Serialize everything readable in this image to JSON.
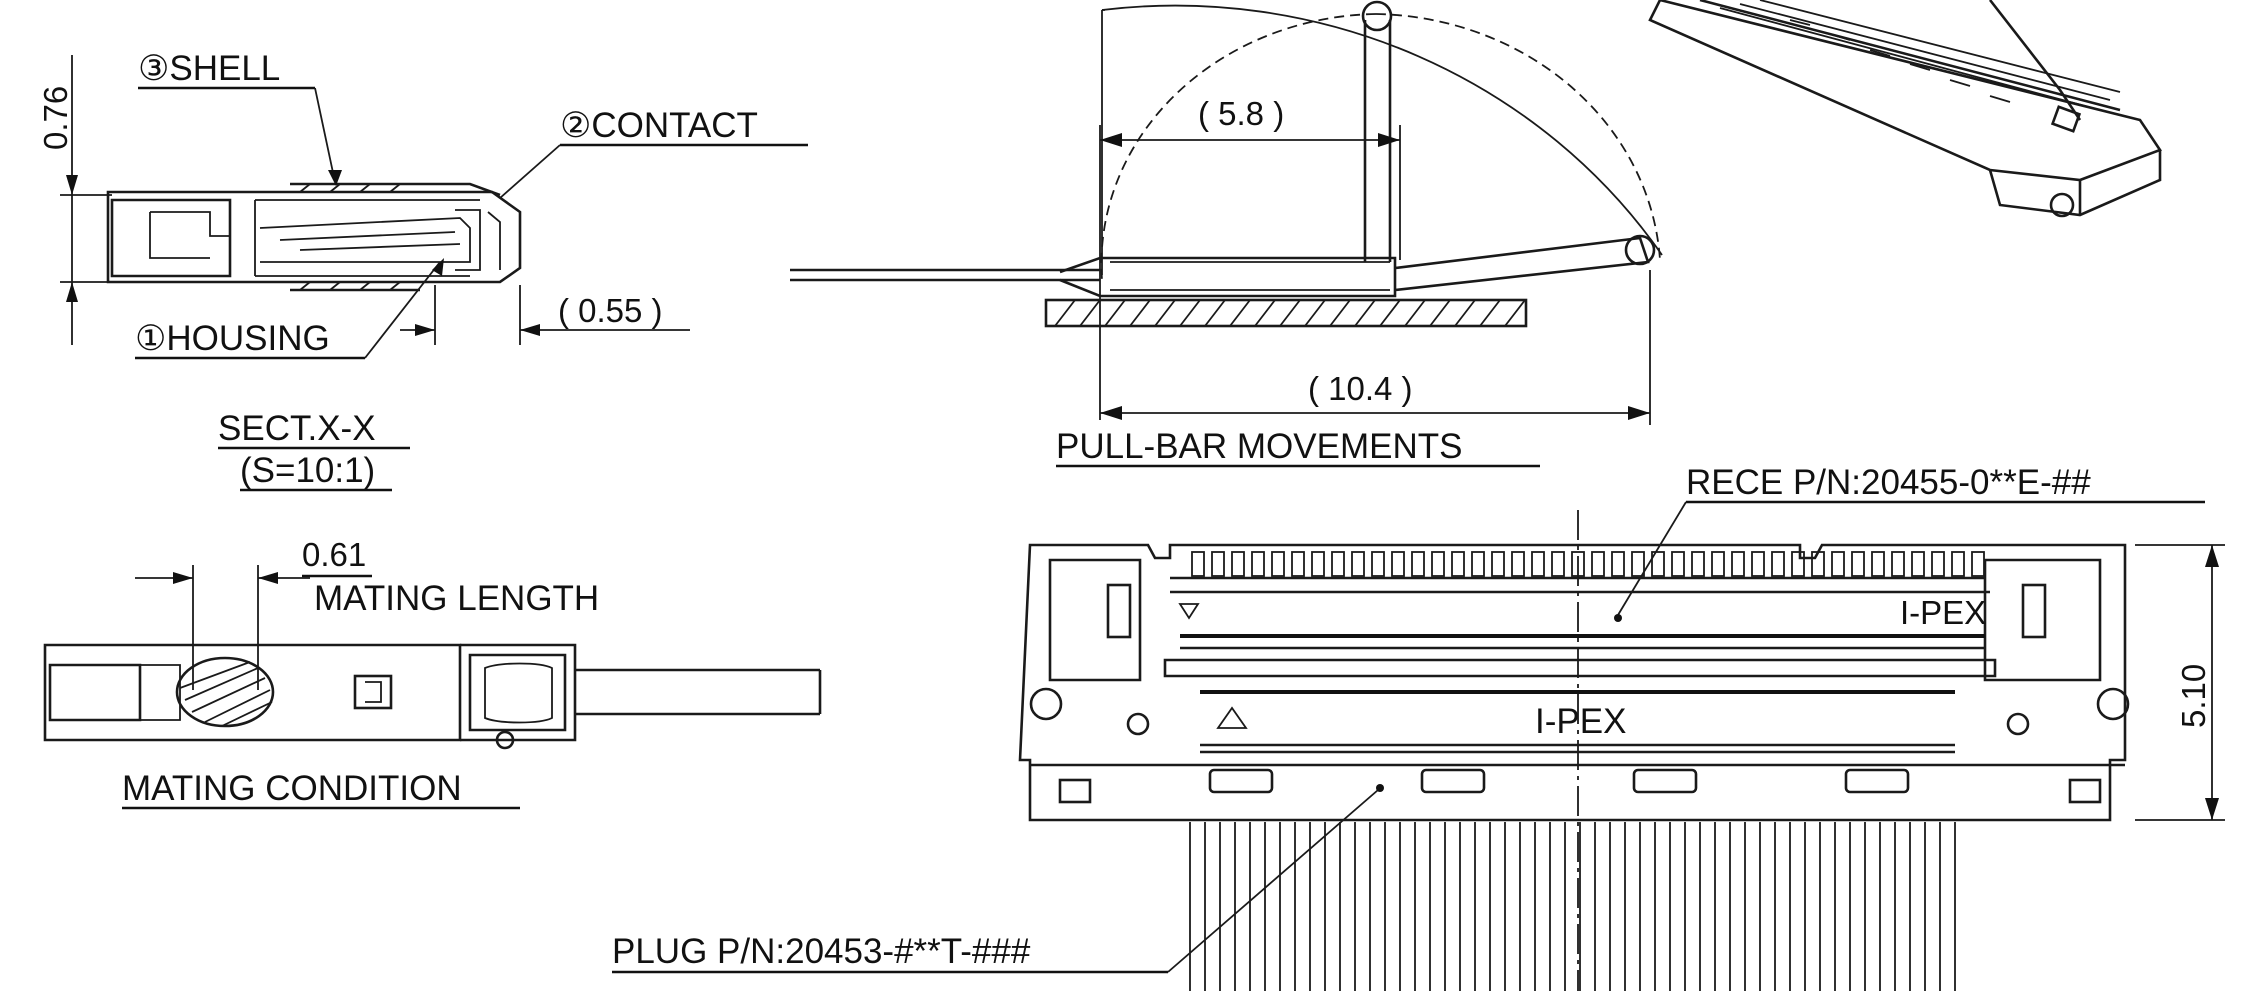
{
  "section_view": {
    "dim_thickness": "0.76",
    "shell_label": "③SHELL",
    "contact_label": "②CONTACT",
    "housing_label": "①HOUSING",
    "dim_offset": "( 0.55 )",
    "title": "SECT.X-X",
    "scale": "(S=10:1)"
  },
  "pull_bar_view": {
    "dim_small": "( 5.8 )",
    "dim_large": "( 10.4 )",
    "title": "PULL-BAR MOVEMENTS"
  },
  "mating_view": {
    "dim_length": "0.61",
    "length_label": "MATING LENGTH",
    "title": "MATING CONDITION"
  },
  "plan_view": {
    "receptacle_pn": "RECE P/N:20455-0**E-##",
    "plug_pn": "PLUG P/N:20453-#**T-###",
    "brand_receptacle": "I-PEX",
    "brand_plug": "I-PEX",
    "dim_height": "5.10"
  }
}
